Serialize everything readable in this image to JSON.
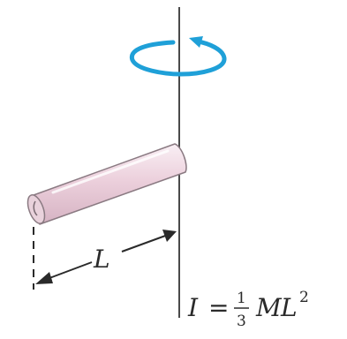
{
  "diagram": {
    "length_label": "L",
    "formula": {
      "lhs": "I",
      "equals": "=",
      "numerator": "1",
      "denominator": "3",
      "mass": "M",
      "length": "L",
      "exponent": "2"
    },
    "colors": {
      "axis": "#4a4a4a",
      "rotation_arrow": "#1fa0d8",
      "rod_fill": "#ecd0dc",
      "rod_highlight": "#f8eef3",
      "rod_outline": "#8a7a82",
      "text": "#2a2a2a"
    }
  }
}
